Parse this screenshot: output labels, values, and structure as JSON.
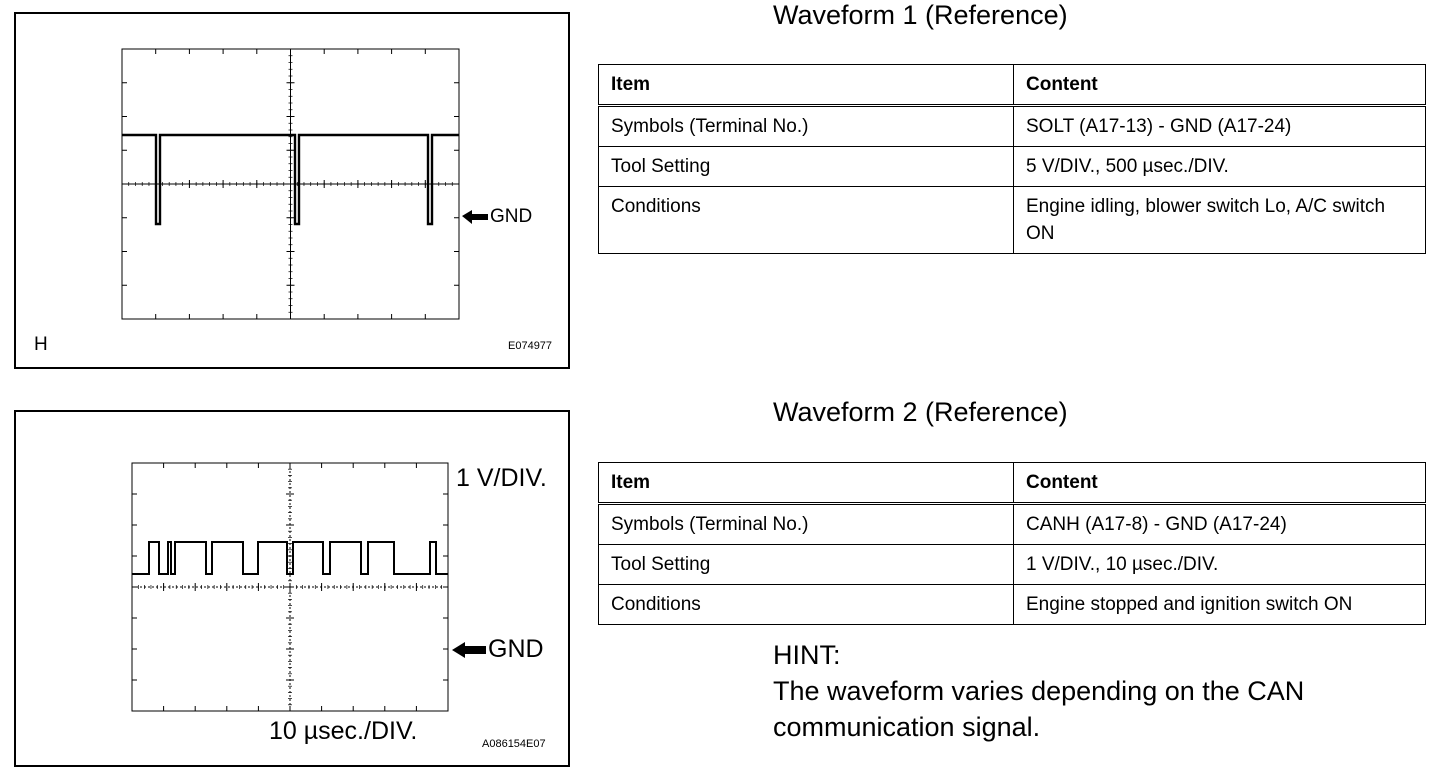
{
  "waveform1": {
    "heading": "Waveform 1 (Reference)",
    "figure": {
      "corner_label": "H",
      "gnd_label": "GND",
      "figure_code": "E074977"
    },
    "table": {
      "headers": [
        "Item",
        "Content"
      ],
      "rows": [
        [
          "Symbols (Terminal No.)",
          "SOLT (A17-13) - GND (A17-24)"
        ],
        [
          "Tool Setting",
          "5 V/DIV., 500 µsec./DIV."
        ],
        [
          "Conditions",
          "Engine idling, blower switch Lo, A/C switch ON"
        ]
      ]
    }
  },
  "waveform2": {
    "heading": "Waveform 2 (Reference)",
    "figure": {
      "volt_label": "1 V/DIV.",
      "gnd_label": "GND",
      "time_label": "10 µsec./DIV.",
      "figure_code": "A086154E07"
    },
    "table": {
      "headers": [
        "Item",
        "Content"
      ],
      "rows": [
        [
          "Symbols (Terminal No.)",
          "CANH (A17-8) - GND (A17-24)"
        ],
        [
          "Tool Setting",
          "1 V/DIV., 10 µsec./DIV."
        ],
        [
          "Conditions",
          "Engine stopped and ignition switch ON"
        ]
      ]
    }
  },
  "hint": {
    "title": "HINT:",
    "line1": "The waveform varies depending on the CAN",
    "line2": "communication signal."
  }
}
